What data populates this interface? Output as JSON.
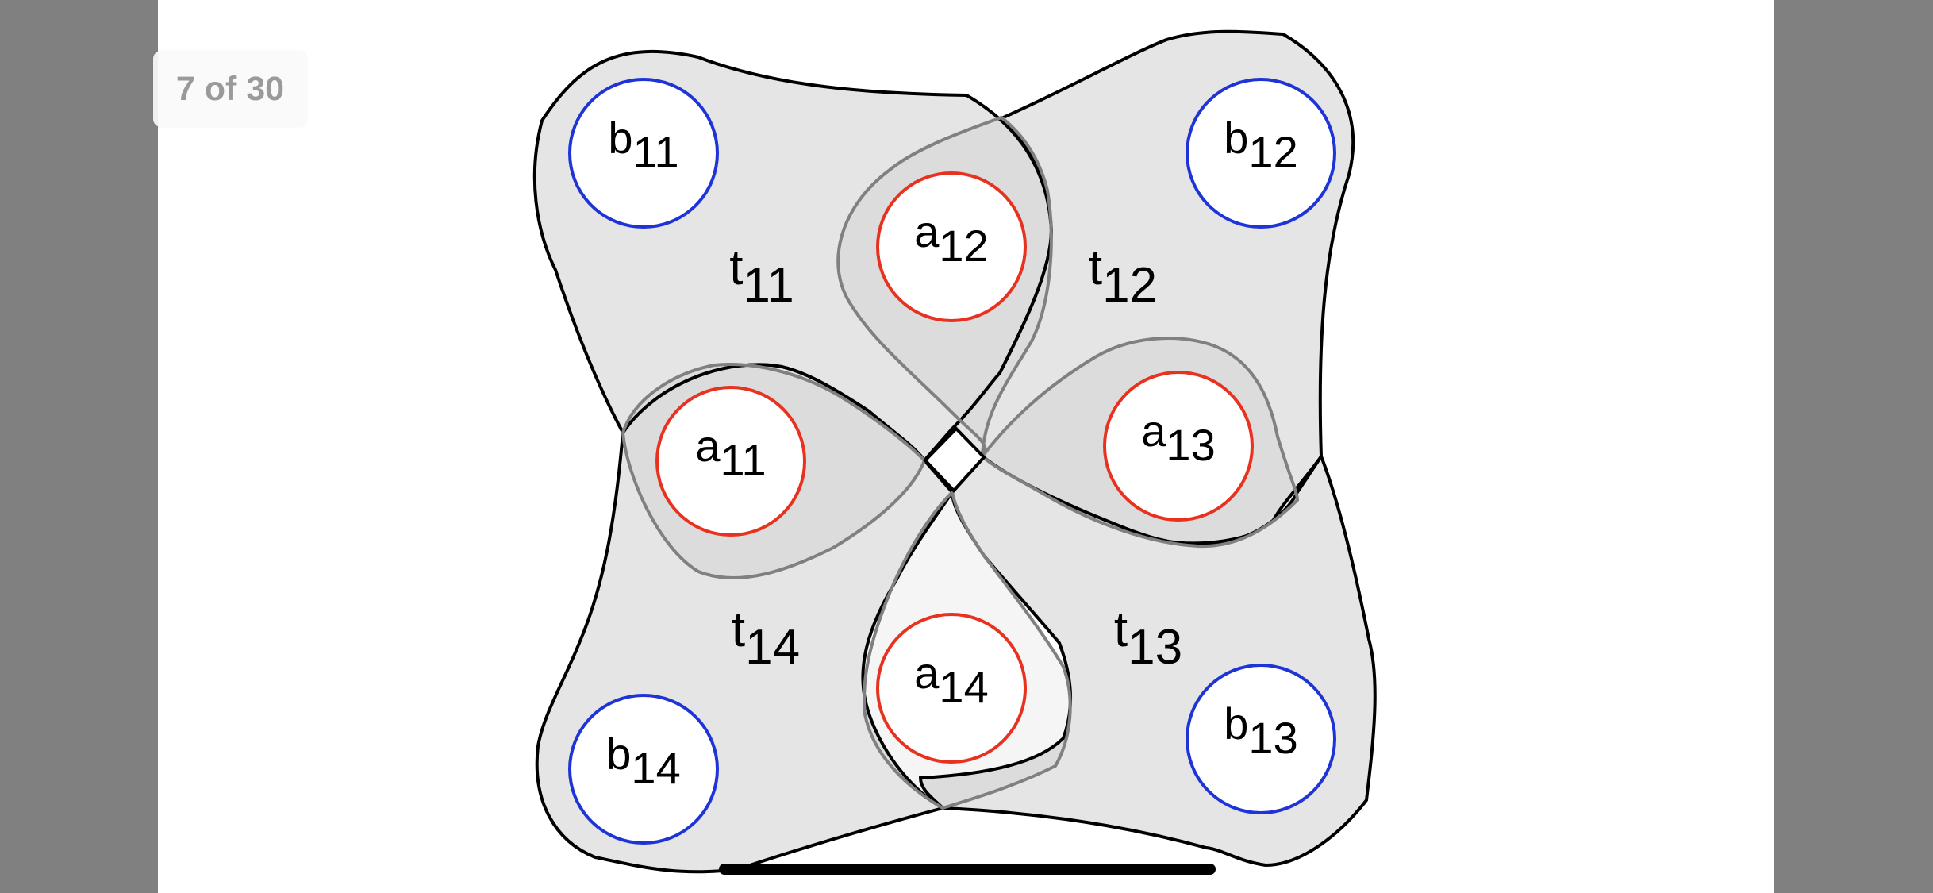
{
  "viewer": {
    "page_indicator": "7 of 30"
  },
  "diagram": {
    "colors": {
      "region_fill": "#e5e5e5",
      "region_stroke": "#000000",
      "overlap_stroke": "#808080",
      "a_node": "#e8321f",
      "b_node": "#1f34d6"
    },
    "b_nodes": [
      {
        "base": "b",
        "sub": "11"
      },
      {
        "base": "b",
        "sub": "12"
      },
      {
        "base": "b",
        "sub": "13"
      },
      {
        "base": "b",
        "sub": "14"
      }
    ],
    "a_nodes": [
      {
        "base": "a",
        "sub": "11"
      },
      {
        "base": "a",
        "sub": "12"
      },
      {
        "base": "a",
        "sub": "13"
      },
      {
        "base": "a",
        "sub": "14"
      }
    ],
    "t_labels": [
      {
        "base": "t",
        "sub": "11"
      },
      {
        "base": "t",
        "sub": "12"
      },
      {
        "base": "t",
        "sub": "13"
      },
      {
        "base": "t",
        "sub": "14"
      }
    ]
  }
}
